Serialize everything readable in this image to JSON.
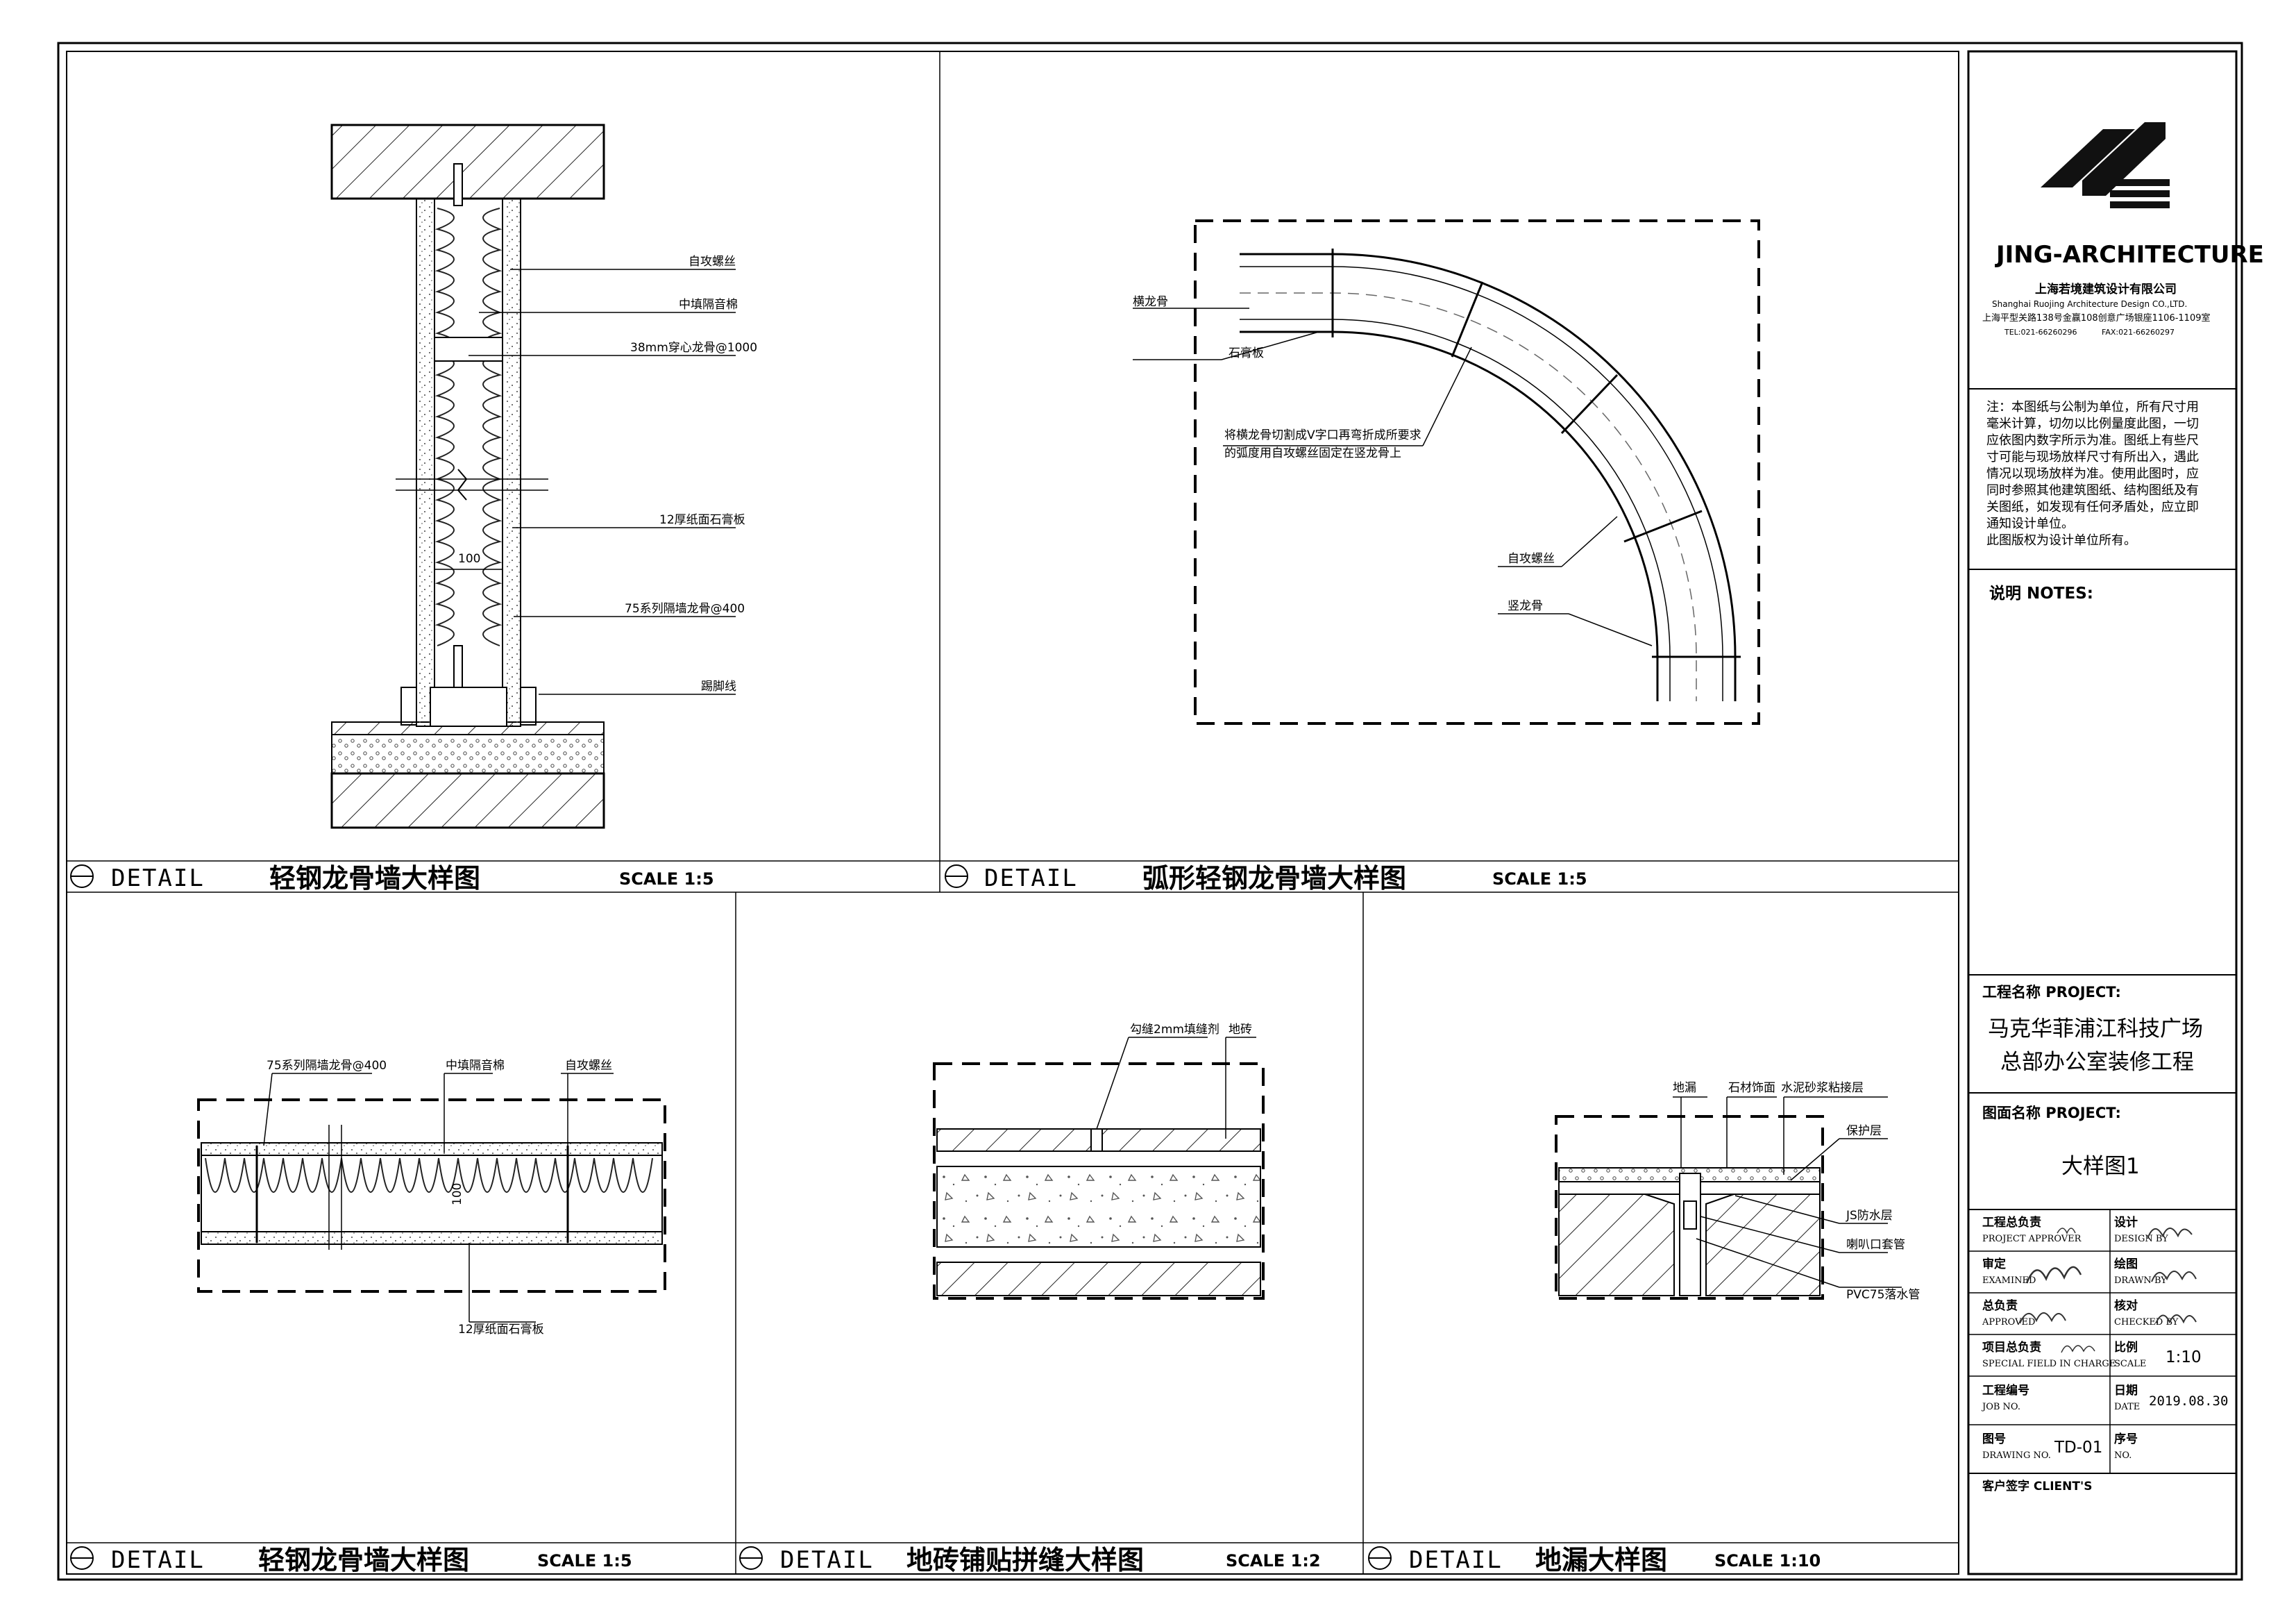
{
  "firm": {
    "brand": "JING-ARCHITECTURE",
    "name_cn": "上海若境建筑设计有限公司",
    "name_en": "Shanghai Ruojing Architecture Design CO.,LTD.",
    "address": "上海平型关路138号金赢108创意广场银座1106-1109室",
    "tel": "TEL:021-66260296",
    "fax": "FAX:021-66260297"
  },
  "notes": {
    "lines": [
      "注：本图纸与公制为单位，所有尺寸用",
      "毫米计算，切勿以比例量度此图，一切",
      "应依图内数字所示为准。图纸上有些尺",
      "寸可能与现场放样尺寸有所出入，遇此",
      "情况以现场放样为准。使用此图时，应",
      "同时参照其他建筑图纸、结构图纸及有",
      "关图纸，如发现有任何矛盾处，应立即",
      "通知设计单位。",
      "此图版权为设计单位所有。"
    ],
    "heading": "说明  NOTES:"
  },
  "project": {
    "label": "工程名称 PROJECT:",
    "line1": "马克华菲浦江科技广场",
    "line2": "总部办公室装修工程"
  },
  "drawing_title": {
    "label": "图面名称 PROJECT:",
    "value": "大样图1"
  },
  "signoff": {
    "approver_cn": "工程总负责",
    "approver_en": "PROJECT APPROVER",
    "design_cn": "设计",
    "design_en": "DESIGN BY",
    "examined_cn": "审定",
    "examined_en": "EXAMINED",
    "drawn_cn": "绘图",
    "drawn_en": "DRAWN BY",
    "approved_cn": "总负责",
    "approved_en": "APPROVED",
    "checked_cn": "核对",
    "checked_en": "CHECKED BY",
    "special_cn": "项目总负责",
    "special_en": "SPECIAL FIELD IN CHARGE",
    "scale_cn": "比例",
    "scale_en": "SCALE",
    "scale_value": "1:10",
    "job_cn": "工程编号",
    "job_en": "JOB NO.",
    "date_cn": "日期",
    "date_en": "DATE",
    "date_value": "2019.08.30",
    "drawing_no_cn": "图号",
    "drawing_no_en": "DRAWING NO.",
    "drawing_no_value": "TD-01",
    "seq_cn": "序号",
    "seq_en": "NO.",
    "client": "客户签字 CLIENT'S"
  },
  "details": [
    {
      "word": "DETAIL",
      "title": "轻钢龙骨墙大样图",
      "scale": "SCALE   1:5"
    },
    {
      "word": "DETAIL",
      "title": "弧形轻钢龙骨墙大样图",
      "scale": "SCALE   1:5"
    },
    {
      "word": "DETAIL",
      "title": "轻钢龙骨墙大样图",
      "scale": "SCALE   1:5"
    },
    {
      "word": "DETAIL",
      "title": "地砖铺贴拼缝大样图",
      "scale": "SCALE   1:2"
    },
    {
      "word": "DETAIL",
      "title": "地漏大样图",
      "scale": "SCALE   1:10"
    }
  ],
  "wall_section": {
    "labels": [
      "自攻螺丝",
      "中填隔音棉",
      "38mm穿心龙骨@1000",
      "12厚纸面石膏板",
      "75系列隔墙龙骨@400",
      "踢脚线"
    ],
    "dim": "100"
  },
  "curved_wall": {
    "labels": [
      "横龙骨",
      "石膏板",
      "将横龙骨切割成V字口再弯折成所要求",
      "的弧度用自攻螺丝固定在竖龙骨上",
      "自攻螺丝",
      "竖龙骨"
    ]
  },
  "wall_plan": {
    "labels": [
      "75系列隔墙龙骨@400",
      "中填隔音棉",
      "自攻螺丝",
      "12厚纸面石膏板"
    ],
    "dim": "100"
  },
  "tile_joint": {
    "labels": [
      "勾缝2mm填缝剂",
      "地砖"
    ]
  },
  "floor_drain": {
    "labels": [
      "地漏",
      "石材饰面",
      "水泥砂浆粘接层",
      "保护层",
      "JS防水层",
      "喇叭口套管",
      "PVC75落水管"
    ]
  }
}
